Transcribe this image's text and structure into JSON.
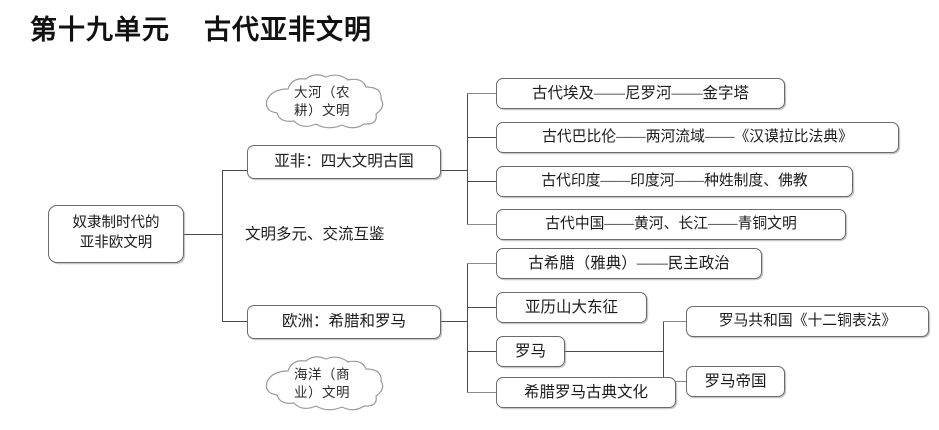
{
  "page": {
    "title_unit": "第十九单元",
    "title_topic": "古代亚非文明",
    "title_full": "第十九单元    古代亚非文明"
  },
  "diagram": {
    "root": {
      "line1": "奴隶制时代的",
      "line2": "亚非欧文明"
    },
    "branches": [
      {
        "id": "asia-africa",
        "label": "亚非：四大文明古国",
        "cloud": {
          "line1": "大河（农",
          "line2": "耕）文明"
        },
        "children": [
          {
            "label": "古代埃及——尼罗河——金字塔"
          },
          {
            "label": "古代巴比伦——两河流域——《汉谟拉比法典》"
          },
          {
            "label": "古代印度——印度河——种姓制度、佛教"
          },
          {
            "label": "古代中国——黄河、长江——青铜文明"
          }
        ]
      },
      {
        "id": "europe",
        "label": "欧洲：希腊和罗马",
        "cloud": {
          "line1": "海洋（商",
          "line2": "业）文明"
        },
        "children": [
          {
            "label": "古希腊（雅典）——民主政治"
          },
          {
            "label": "亚历山大东征"
          },
          {
            "label": "罗马",
            "children": [
              {
                "label": "罗马共和国《十二铜表法》"
              },
              {
                "label": "罗马帝国"
              }
            ]
          },
          {
            "label": "希腊罗马古典文化"
          }
        ]
      }
    ],
    "center_note": "文明多元、交流互鉴"
  },
  "colors": {
    "background": "#ffffff",
    "text": "#1a1a1a",
    "node_border": "#6b6b6b",
    "connector": "#4a4a4a",
    "cloud_border": "#9a9a9a"
  }
}
